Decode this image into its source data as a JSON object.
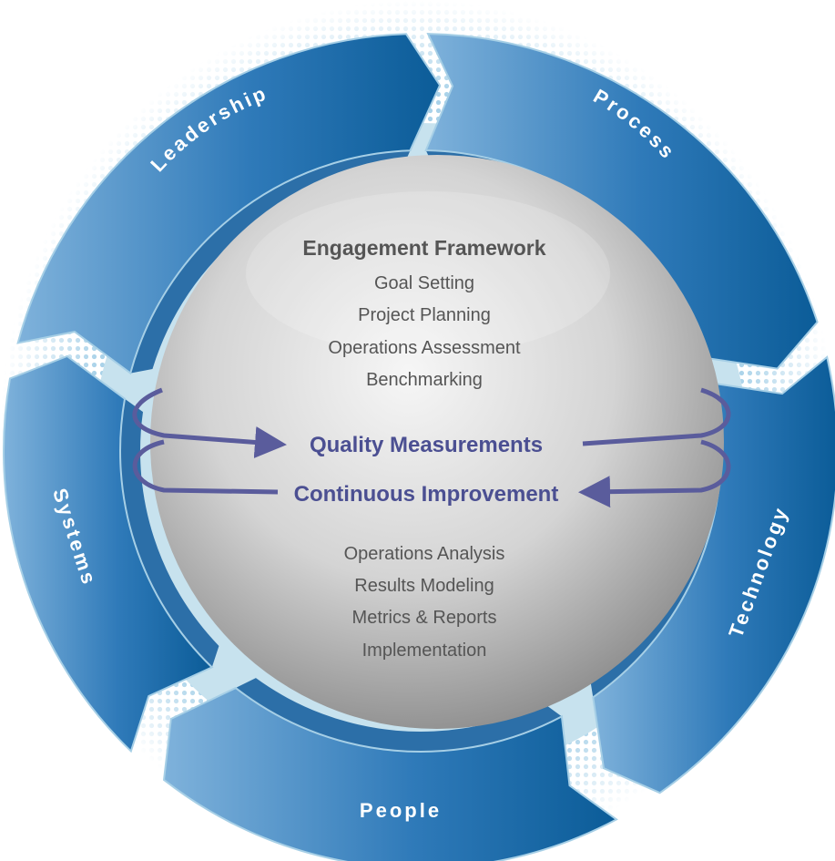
{
  "segments": [
    {
      "label": "Leadership"
    },
    {
      "label": "Process"
    },
    {
      "label": "Technology"
    },
    {
      "label": "People"
    },
    {
      "label": "Systems"
    }
  ],
  "center": {
    "heading": "Engagement Framework",
    "top_items": [
      "Goal Setting",
      "Project Planning",
      "Operations Assessment",
      "Benchmarking"
    ],
    "cycle": [
      "Quality Measurements",
      "Continuous Improvement"
    ],
    "bottom_items": [
      "Operations Analysis",
      "Results Modeling",
      "Metrics & Reports",
      "Implementation"
    ]
  },
  "colors": {
    "ring_dark": "#0b5e97",
    "ring_light": "#5f9ccd",
    "ring_bevel": "#2c6fa8",
    "inner_ring": "#c7e2ee",
    "sphere_light": "#f3f3f3",
    "sphere_dark": "#9a9a9a",
    "arrow": "#5a5c9c",
    "dots": "#a9d2e9"
  }
}
